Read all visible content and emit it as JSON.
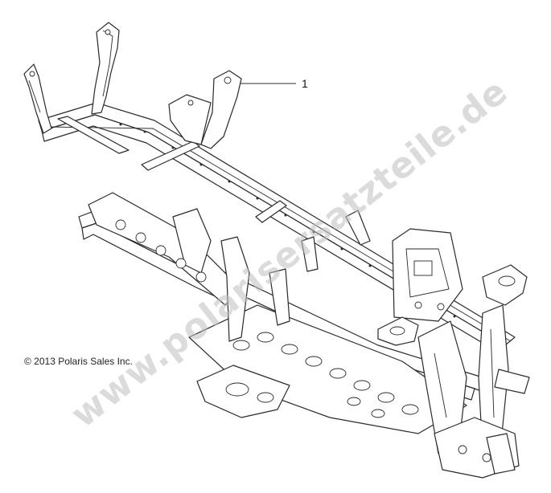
{
  "diagram": {
    "callouts": [
      {
        "number": "1"
      }
    ],
    "copyright": "© 2013 Polaris Sales Inc.",
    "watermark": "www.polarisersatzteile.de"
  },
  "colors": {
    "line": "#2a2a2a",
    "watermark": "#bebebe",
    "background": "#ffffff"
  }
}
